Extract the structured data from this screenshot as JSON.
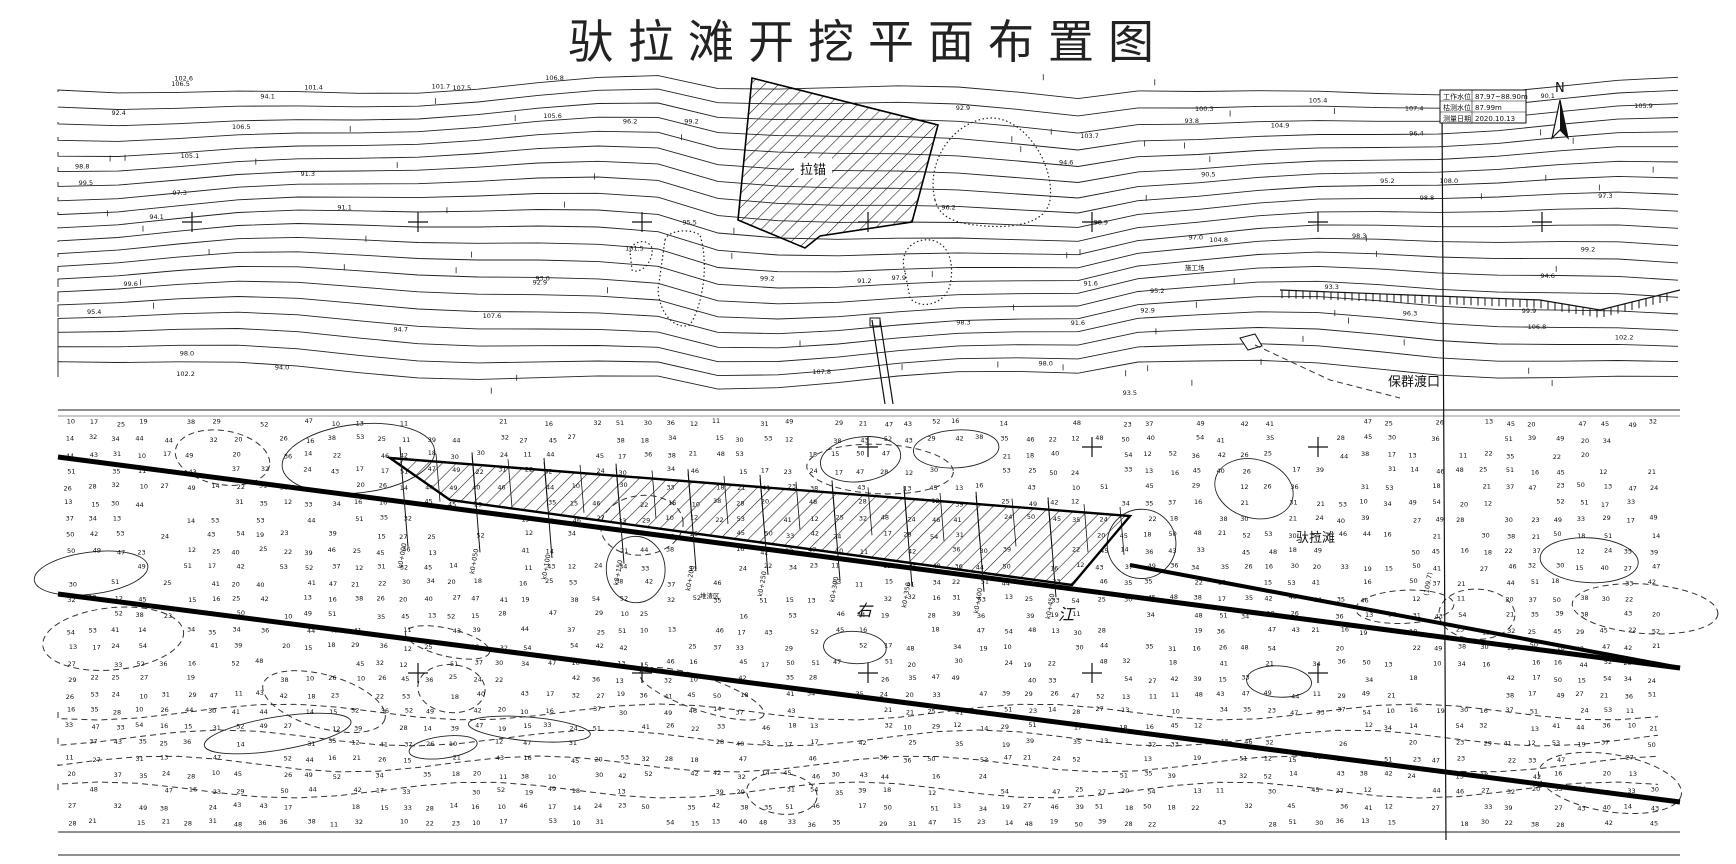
{
  "title": "驮拉滩开挖平面布置图",
  "north": "N",
  "legend": {
    "rows": [
      {
        "label": "工作水位",
        "value": "87.97~88.90m"
      },
      {
        "label": "枯测水位",
        "value": "87.99m"
      },
      {
        "label": "测量日期",
        "value": "2020.10.13"
      }
    ]
  },
  "labels": {
    "anchor_zone": "拉锚",
    "construction": "施工场",
    "ferry": "保群渡口",
    "rapid": "驮拉滩",
    "river_right": "右",
    "river_jiang": "江",
    "deposit": "堆渣区",
    "elev_note": "(109.7)"
  },
  "chainages": [
    "k0+000",
    "k0+050",
    "k0+100",
    "k0+150",
    "k0+200",
    "k0+250",
    "k0+300",
    "k0+350",
    "k0+400",
    "k0+450"
  ],
  "colors": {
    "ink": "#111111",
    "paper": "#ffffff",
    "hatch": "#222222"
  }
}
